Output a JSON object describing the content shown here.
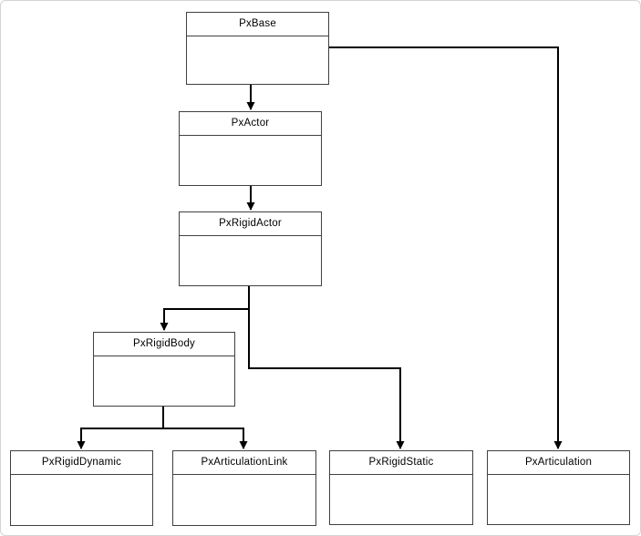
{
  "diagram": {
    "type": "class-hierarchy",
    "nodes": [
      {
        "id": "PxBase",
        "label": "PxBase"
      },
      {
        "id": "PxActor",
        "label": "PxActor"
      },
      {
        "id": "PxRigidActor",
        "label": "PxRigidActor"
      },
      {
        "id": "PxRigidBody",
        "label": "PxRigidBody"
      },
      {
        "id": "PxRigidDynamic",
        "label": "PxRigidDynamic"
      },
      {
        "id": "PxArticulationLink",
        "label": "PxArticulationLink"
      },
      {
        "id": "PxRigidStatic",
        "label": "PxRigidStatic"
      },
      {
        "id": "PxArticulation",
        "label": "PxArticulation"
      }
    ],
    "edges": [
      {
        "from": "PxBase",
        "to": "PxActor"
      },
      {
        "from": "PxActor",
        "to": "PxRigidActor"
      },
      {
        "from": "PxRigidActor",
        "to": "PxRigidBody"
      },
      {
        "from": "PxRigidActor",
        "to": "PxRigidStatic"
      },
      {
        "from": "PxRigidBody",
        "to": "PxRigidDynamic"
      },
      {
        "from": "PxRigidBody",
        "to": "PxArticulationLink"
      },
      {
        "from": "PxBase",
        "to": "PxArticulation"
      }
    ],
    "colors": {
      "box_border": "#404040",
      "connector": "#000000",
      "background": "#ffffff",
      "frame_border": "#d4d4d4"
    }
  }
}
